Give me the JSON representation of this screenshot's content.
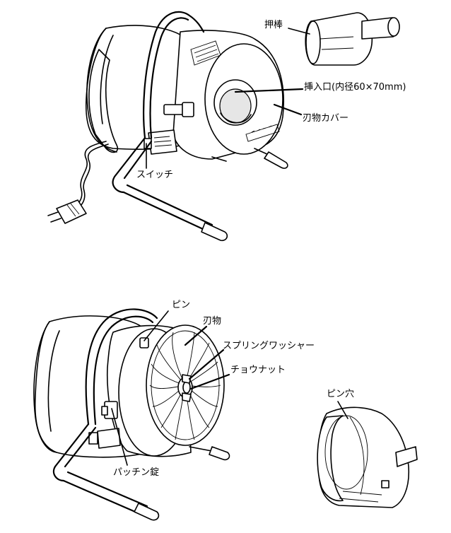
{
  "labels": {
    "push_rod": "押棒",
    "insert_port": "挿入口(内径60×70mm)",
    "blade_cover": "刃物カバー",
    "switch": "スイッチ",
    "pin": "ピン",
    "blade": "刃物",
    "spring_washer": "スプリングワッシャー",
    "wing_nut": "チョウナット",
    "pin_hole": "ピン穴",
    "latch_lock": "パッチン錠"
  }
}
